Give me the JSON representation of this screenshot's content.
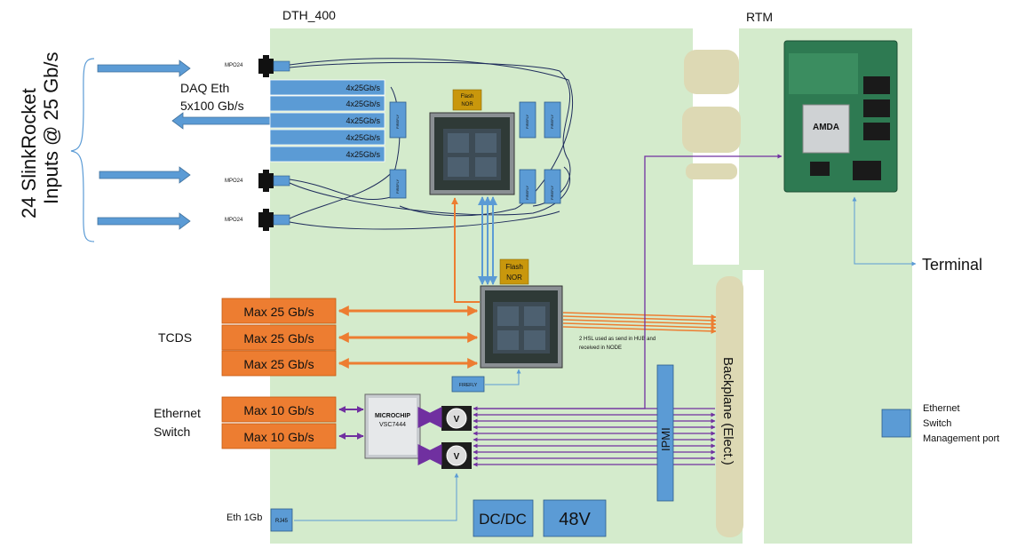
{
  "titles": {
    "board": "DTH_400",
    "rtm": "RTM"
  },
  "left": {
    "slink_line1": "24 SlinkRocket",
    "slink_line2": "Inputs @ 25 Gb/s",
    "daq_line1": "DAQ Eth",
    "daq_line2": "5x100 Gb/s"
  },
  "mpo": [
    "MPO24",
    "MPO24",
    "MPO24"
  ],
  "qsfp": [
    "4x25Gb/s",
    "4x25Gb/s",
    "4x25Gb/s",
    "4x25Gb/s",
    "4x25Gb/s"
  ],
  "flash": {
    "top": [
      "Flash",
      "NOR"
    ],
    "bottom": [
      "Flash",
      "NOR"
    ]
  },
  "firefly": [
    "FIREFLY",
    "FIREFLY",
    "FIREFLY",
    "FIREFLY",
    "FIREFLY",
    "FIREFLY",
    "FIREFLY"
  ],
  "tcds": {
    "label": "TCDS",
    "links": [
      "Max 25 Gb/s",
      "Max 25 Gb/s",
      "Max 25 Gb/s"
    ]
  },
  "hsl_note": [
    "2 HSL used as send in HUB and",
    "received in NODE"
  ],
  "ethernet": {
    "label_line1": "Ethernet",
    "label_line2": "Switch",
    "links": [
      "Max 10 Gb/s",
      "Max 10 Gb/s"
    ],
    "switch_brand": "MICROCHIP",
    "switch_model": "VSC7444"
  },
  "ipmi": "IPMI",
  "backplane": "Backplane (Elect.)",
  "power": {
    "dcdc": "DC/DC",
    "v48": "48V"
  },
  "eth1gb": {
    "label": "Eth 1Gb",
    "connector": "RJ45"
  },
  "terminal": "Terminal",
  "mgmt": [
    "Ethernet",
    "Switch",
    "Management port"
  ],
  "som_brand": "AMDA",
  "colors": {
    "board": "#d4ebcc",
    "orange": "#ed7d31",
    "blue": "#5b9bd5",
    "purple": "#7030a0",
    "flash": "#c9970c",
    "backplane": "#ddd9b4"
  }
}
